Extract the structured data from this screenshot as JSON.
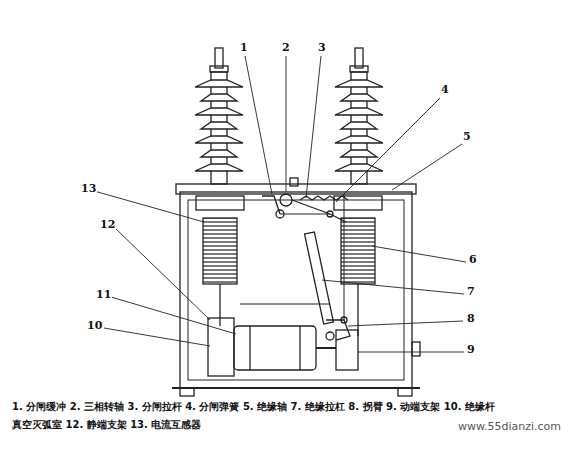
{
  "diagram": {
    "labels": [
      "1",
      "2",
      "3",
      "4",
      "5",
      "6",
      "7",
      "8",
      "9",
      "10",
      "11",
      "12",
      "13",
      "1. 分闸缓冲 2. 三相转轴 3. 分闸拉杆 4. 分闸弹簧 5. 绝缘轴 7. 绝缘拉杠 8. 拐臂 9. 动端支架 10. 绝缘杆",
      "真空灭弧室 12. 静端支架 13. 电流互感器",
      "www.55dianzi.com"
    ]
  }
}
